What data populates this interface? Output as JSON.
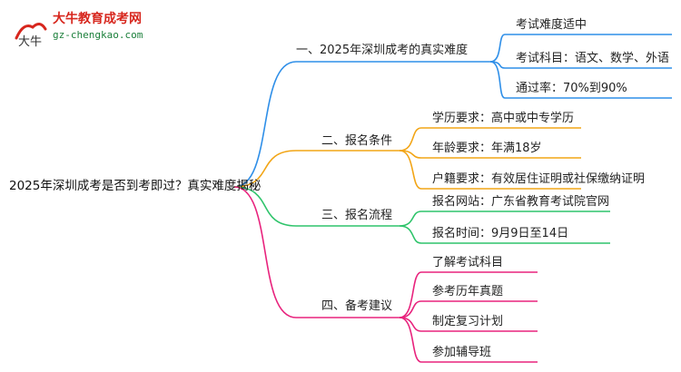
{
  "logo": {
    "title": "大牛教育成考网",
    "url": "gz-chengkao.com",
    "mark_text": "大牛"
  },
  "root": {
    "label": "2025年深圳成考是否到考即过？真实难度揭秘"
  },
  "branches": [
    {
      "label": "一、2025年深圳成考的真实难度",
      "color": "#2f8fe8",
      "children": [
        "考试难度适中",
        "考试科目：语文、数学、外语",
        "通过率：70%到90%"
      ]
    },
    {
      "label": "二、报名条件",
      "color": "#f2a516",
      "children": [
        "学历要求：高中或中专学历",
        "年龄要求：年满18岁",
        "户籍要求：有效居住证明或社保缴纳证明"
      ]
    },
    {
      "label": "三、报名流程",
      "color": "#2fc46b",
      "children": [
        "报名网站：广东省教育考试院官网",
        "报名时间：9月9日至14日"
      ]
    },
    {
      "label": "四、备考建议",
      "color": "#e8237d",
      "children": [
        "了解考试科目",
        "参考历年真题",
        "制定复习计划",
        "参加辅导班"
      ]
    }
  ]
}
